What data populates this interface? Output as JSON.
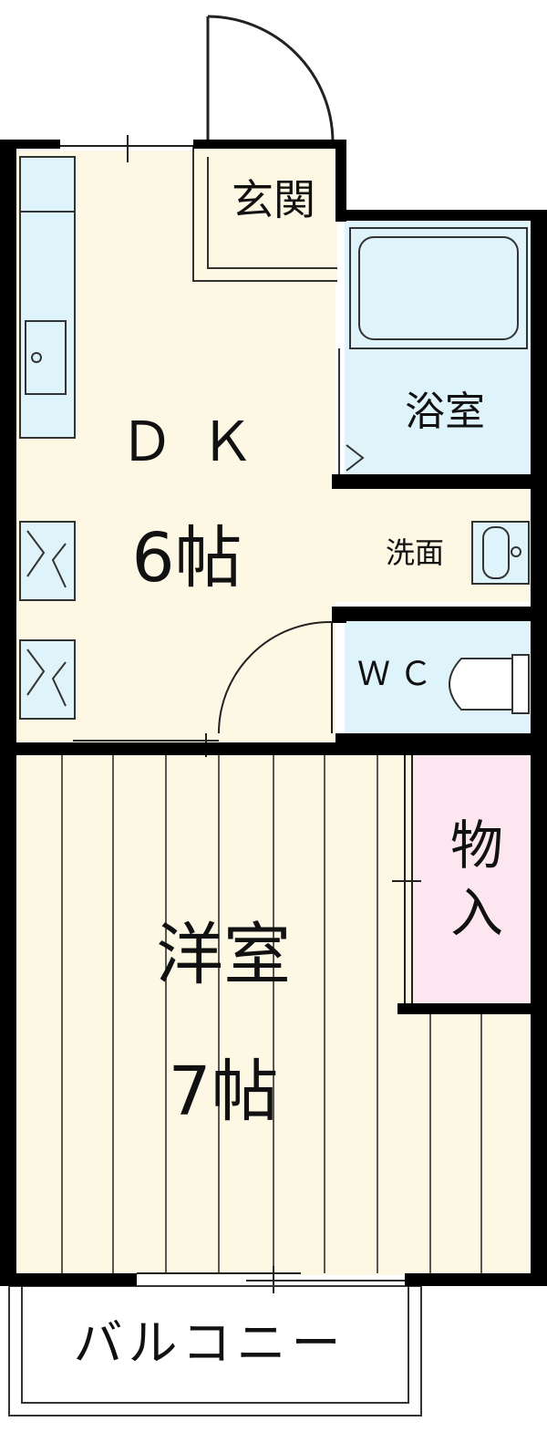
{
  "floor_plan": {
    "rooms": {
      "entrance": {
        "label": "玄関"
      },
      "bathroom": {
        "label": "浴室"
      },
      "dining_kitchen": {
        "label": "ＤＫ",
        "size": "6帖"
      },
      "washroom": {
        "label": "洗面"
      },
      "toilet": {
        "label": "ＷＣ"
      },
      "storage": {
        "label_top": "物",
        "label_bottom": "入"
      },
      "western_room": {
        "label": "洋室",
        "size": "7帖"
      },
      "balcony": {
        "label": "バルコニー"
      }
    },
    "colors": {
      "wall": "#000000",
      "floor_cream": "#fdf8e4",
      "wet_area_blue": "#dff3fb",
      "storage_pink": "#fce6ef",
      "fixture_stroke": "#333333",
      "background": "#ffffff"
    }
  }
}
